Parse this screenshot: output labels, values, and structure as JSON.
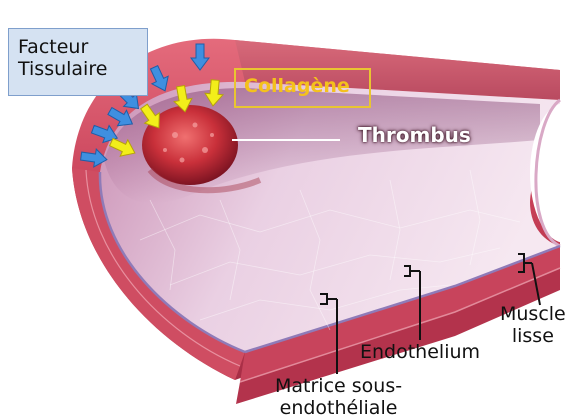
{
  "labels": {
    "facteur": "Facteur\nTissulaire",
    "collagene": "Collagène",
    "thrombus": "Thrombus",
    "muscle": "Muscle\nlisse",
    "endothelium": "Endothelium",
    "matrice": "Matrice sous-\nendothéliale"
  },
  "colors": {
    "arrow_blue": "#3f8fe0",
    "arrow_yellow": "#f2ee1a",
    "lumen_pink": "#e6b8d4",
    "wall_red": "#c9485e",
    "collagen_gold": "#f4c11c",
    "thrombus_red": "#b0222e"
  },
  "icons": {
    "blue_arrows": "arrow-down-blue",
    "yellow_arrows": "arrow-down-yellow"
  }
}
